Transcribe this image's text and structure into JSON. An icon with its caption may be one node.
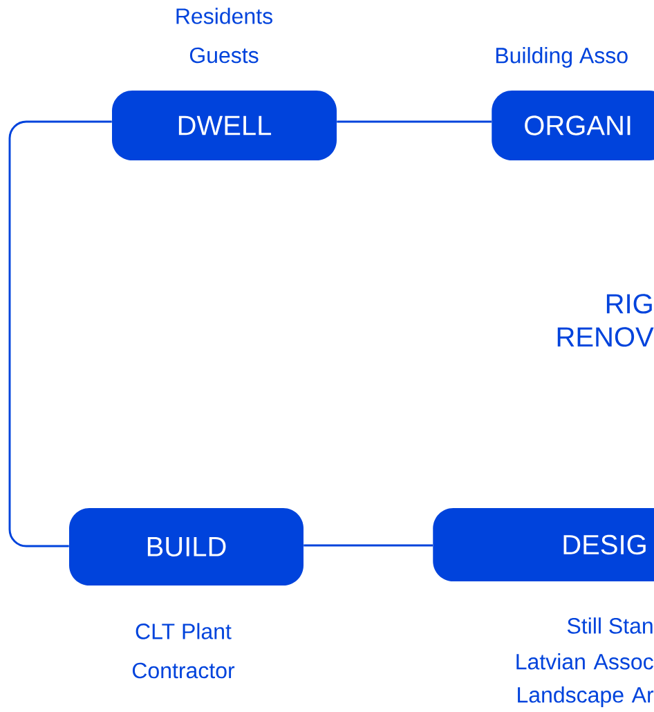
{
  "diagram": {
    "nodes": [
      {
        "text": [
          "DWELL"
        ],
        "beside": [
          "Residents",
          "Guests"
        ]
      },
      {
        "text": [
          "ORGANI"
        ],
        "beside": [
          "Building Asso"
        ]
      },
      {
        "text": [
          "BUILD"
        ],
        "beside": [
          "CLT Plant",
          "Contractor"
        ]
      },
      {
        "text": [
          "DESIG"
        ],
        "beside": [
          "Still Stan",
          "Latvian Assoc Landscape Ar"
        ]
      }
    ],
    "edges": [
      {
        "from": 0,
        "to": 1,
        "arrow": "none"
      },
      {
        "from": 0,
        "to": 2,
        "arrow": "none"
      },
      {
        "from": 2,
        "to": 3,
        "arrow": "none"
      }
    ],
    "labels": [
      "RIG RENOV"
    ]
  }
}
